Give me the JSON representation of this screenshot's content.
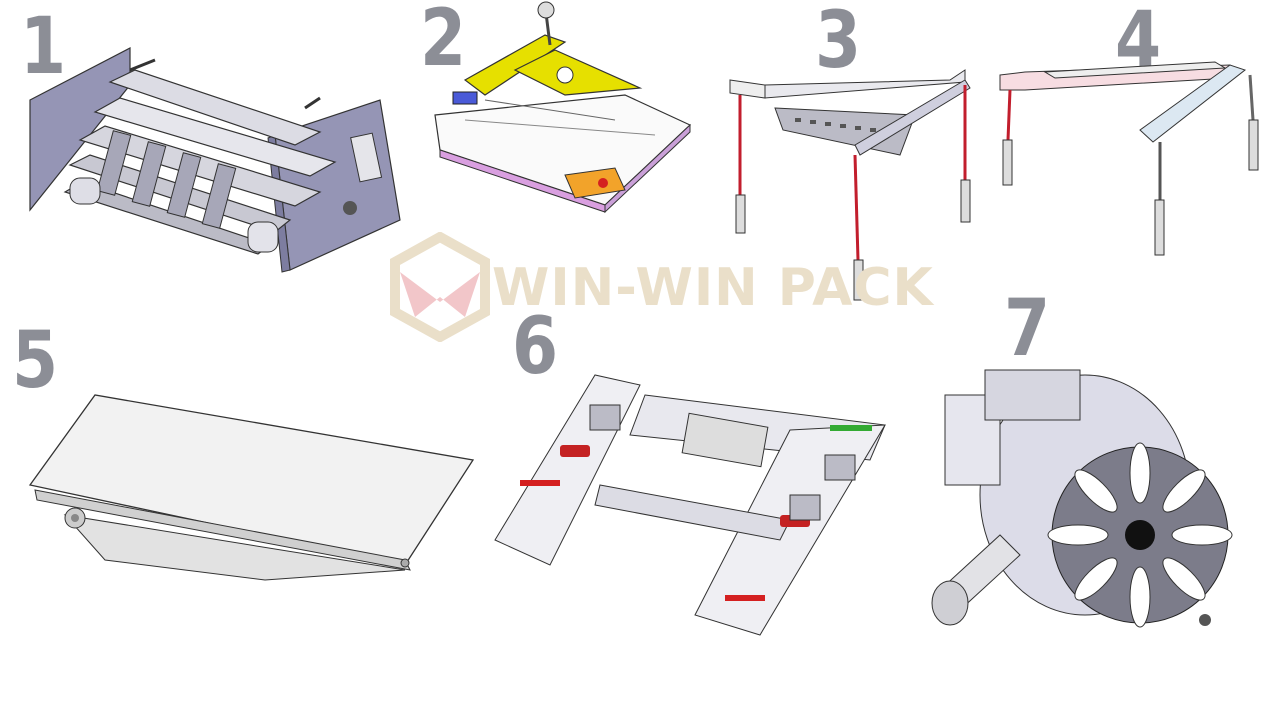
{
  "labels": [
    "1",
    "2",
    "3",
    "4",
    "5",
    "6",
    "7"
  ],
  "watermark": {
    "text": "WIN-WIN PACK"
  },
  "colors": {
    "label": "#8c8e96",
    "frame": "#9595b5",
    "roller": "#e2e2e8",
    "yellow": "#e6e000",
    "orange": "#f2a32a",
    "red": "#d42020",
    "belt": "#ededed",
    "watermark_pink": "#f2c6c9",
    "watermark_tan": "#eadfc9"
  }
}
